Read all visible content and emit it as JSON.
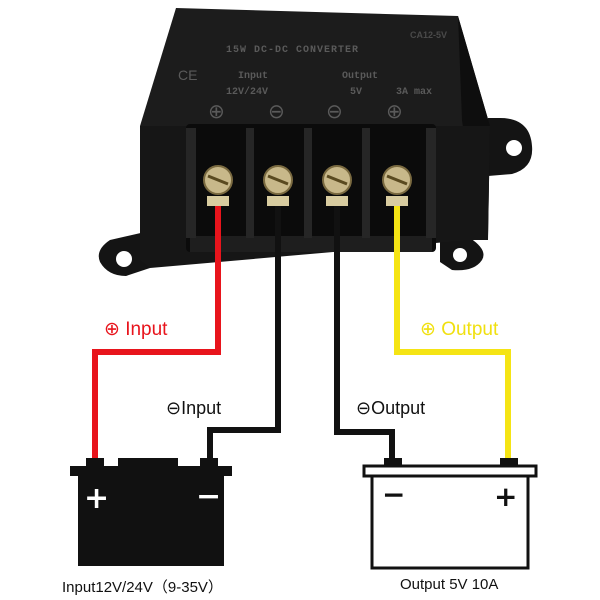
{
  "device": {
    "model_code": "CA12-5V",
    "title": "15W DC-DC CONVERTER",
    "ce_mark": "CE",
    "input_label": "Input",
    "input_voltage": "12V/24V",
    "output_label": "Output",
    "output_voltage": "5V",
    "output_current": "3A max",
    "terminal_symbols": [
      "⊕",
      "⊖",
      "⊖",
      "⊕"
    ]
  },
  "wires": {
    "pos_input_label": "⊕ Input",
    "neg_input_label": "⊖Input",
    "neg_output_label": "⊖Output",
    "pos_output_label": "⊕ Output"
  },
  "batteries": {
    "input_caption": "Input12V/24V（9-35V）",
    "output_caption": "Output 5V 10A",
    "input_plus": "+",
    "input_minus": "−",
    "output_plus": "+",
    "output_minus": "−"
  },
  "colors": {
    "red_wire": "#e8141c",
    "black_wire": "#111111",
    "yellow_wire": "#f5e414",
    "device_body": "#1a1a1a"
  }
}
